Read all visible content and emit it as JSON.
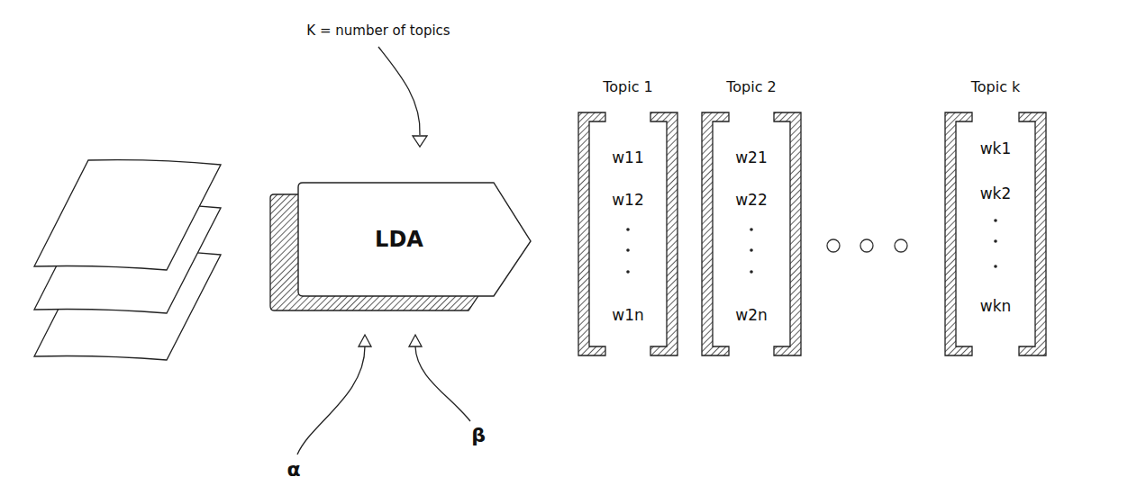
{
  "diagram": {
    "nodes": [
      {
        "text": [
          "LDA"
        ]
      },
      {
        "text": [
          "Topic 1",
          "w11",
          "w12",
          "w1n"
        ]
      },
      {
        "text": [
          "Topic 2",
          "w21",
          "w22",
          "w2n"
        ]
      },
      {
        "text": [
          "Topic k",
          "wk1",
          "wk2",
          "wkn"
        ]
      }
    ],
    "labels": [
      "K = number of topics",
      "α",
      "β"
    ]
  }
}
